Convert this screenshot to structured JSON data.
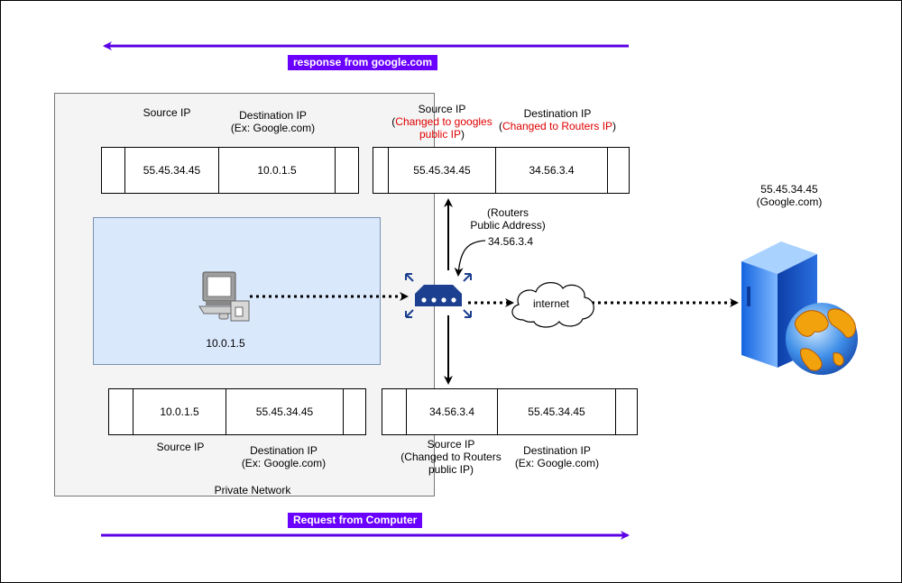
{
  "flow": {
    "response_label": "response from google.com",
    "request_label": "Request from Computer"
  },
  "private_network": {
    "label": "Private Network",
    "computer_ip": "10.0.1.5"
  },
  "outbound_private": {
    "source_label": "Source IP",
    "dest_label_line1": "Destination IP",
    "dest_label_line2": "(Ex: Google.com)",
    "source_value": "10.0.1.5",
    "dest_value": "55.45.34.45"
  },
  "outbound_public": {
    "source_label": "Source IP",
    "source_note_line1": "(Changed to Routers",
    "source_note_line2": "public IP)",
    "dest_label_line1": "Destination IP",
    "dest_label_line2": "(Ex: Google.com)",
    "source_value": "34.56.3.4",
    "dest_value": "55.45.34.45"
  },
  "inbound_private": {
    "source_label": "Source IP",
    "dest_label_line1": "Destination IP",
    "dest_label_line2": "(Ex: Google.com)",
    "source_value": "55.45.34.45",
    "dest_value": "10.0.1.5"
  },
  "inbound_public": {
    "source_label": "Source IP",
    "source_note_open": "(",
    "source_note_red_line1": "Changed to googles",
    "source_note_red_line2": "public IP",
    "source_note_close": ")",
    "dest_label": "Destination IP",
    "dest_note_open": "(",
    "dest_note_red": "Changed to Routers IP",
    "dest_note_close": ")",
    "source_value": "55.45.34.45",
    "dest_value": "34.56.3.4"
  },
  "router": {
    "public_label_line1": "(Routers",
    "public_label_line2": "Public Address)",
    "public_ip": "34.56.3.4"
  },
  "internet": {
    "label": "internet"
  },
  "server": {
    "ip": "55.45.34.45",
    "name": "(Google.com)"
  },
  "colors": {
    "flow_arrow": "#5b00e6",
    "tag_bg": "#6a00ff",
    "router": "#1d3f8f",
    "highlight": "#e00000"
  },
  "icons": [
    "computer-icon",
    "router-icon",
    "cloud-icon",
    "server-icon",
    "globe-icon"
  ]
}
